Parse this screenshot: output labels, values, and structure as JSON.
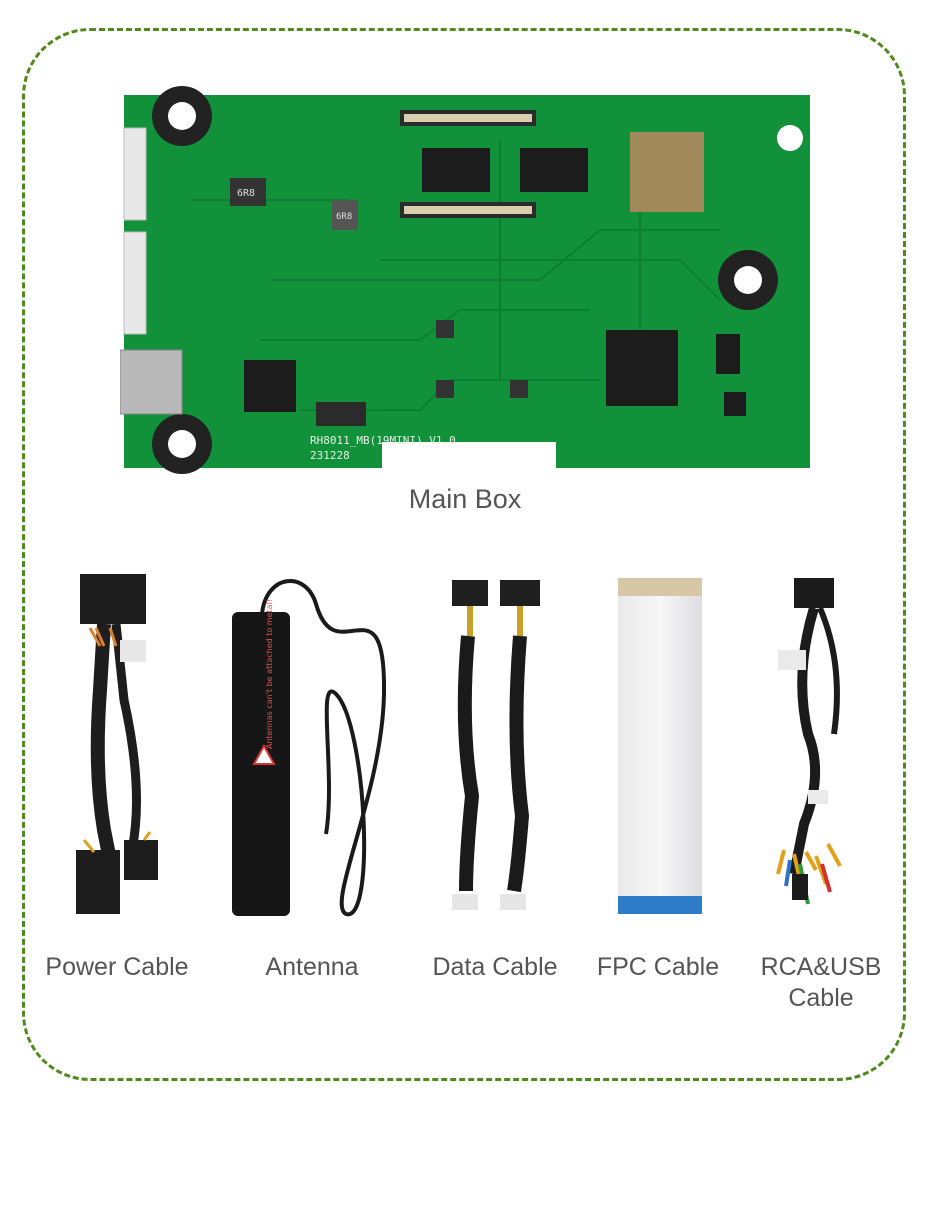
{
  "main": {
    "label": "Main Box",
    "board_silkscreen": "RH8011_MB(19MINI)_V1.0",
    "board_date": "231228",
    "board_chip_marks": [
      "6R8",
      "6R8"
    ],
    "antenna_warning": "Antennas can't be attached to metal!"
  },
  "accessories": [
    {
      "label": "Power Cable"
    },
    {
      "label": "Antenna"
    },
    {
      "label": "Data Cable"
    },
    {
      "label": "FPC Cable"
    },
    {
      "label": "RCA&USB Cable"
    }
  ],
  "colors": {
    "border": "#4e8a1c",
    "pcb": "#11923a",
    "text": "#555555"
  }
}
